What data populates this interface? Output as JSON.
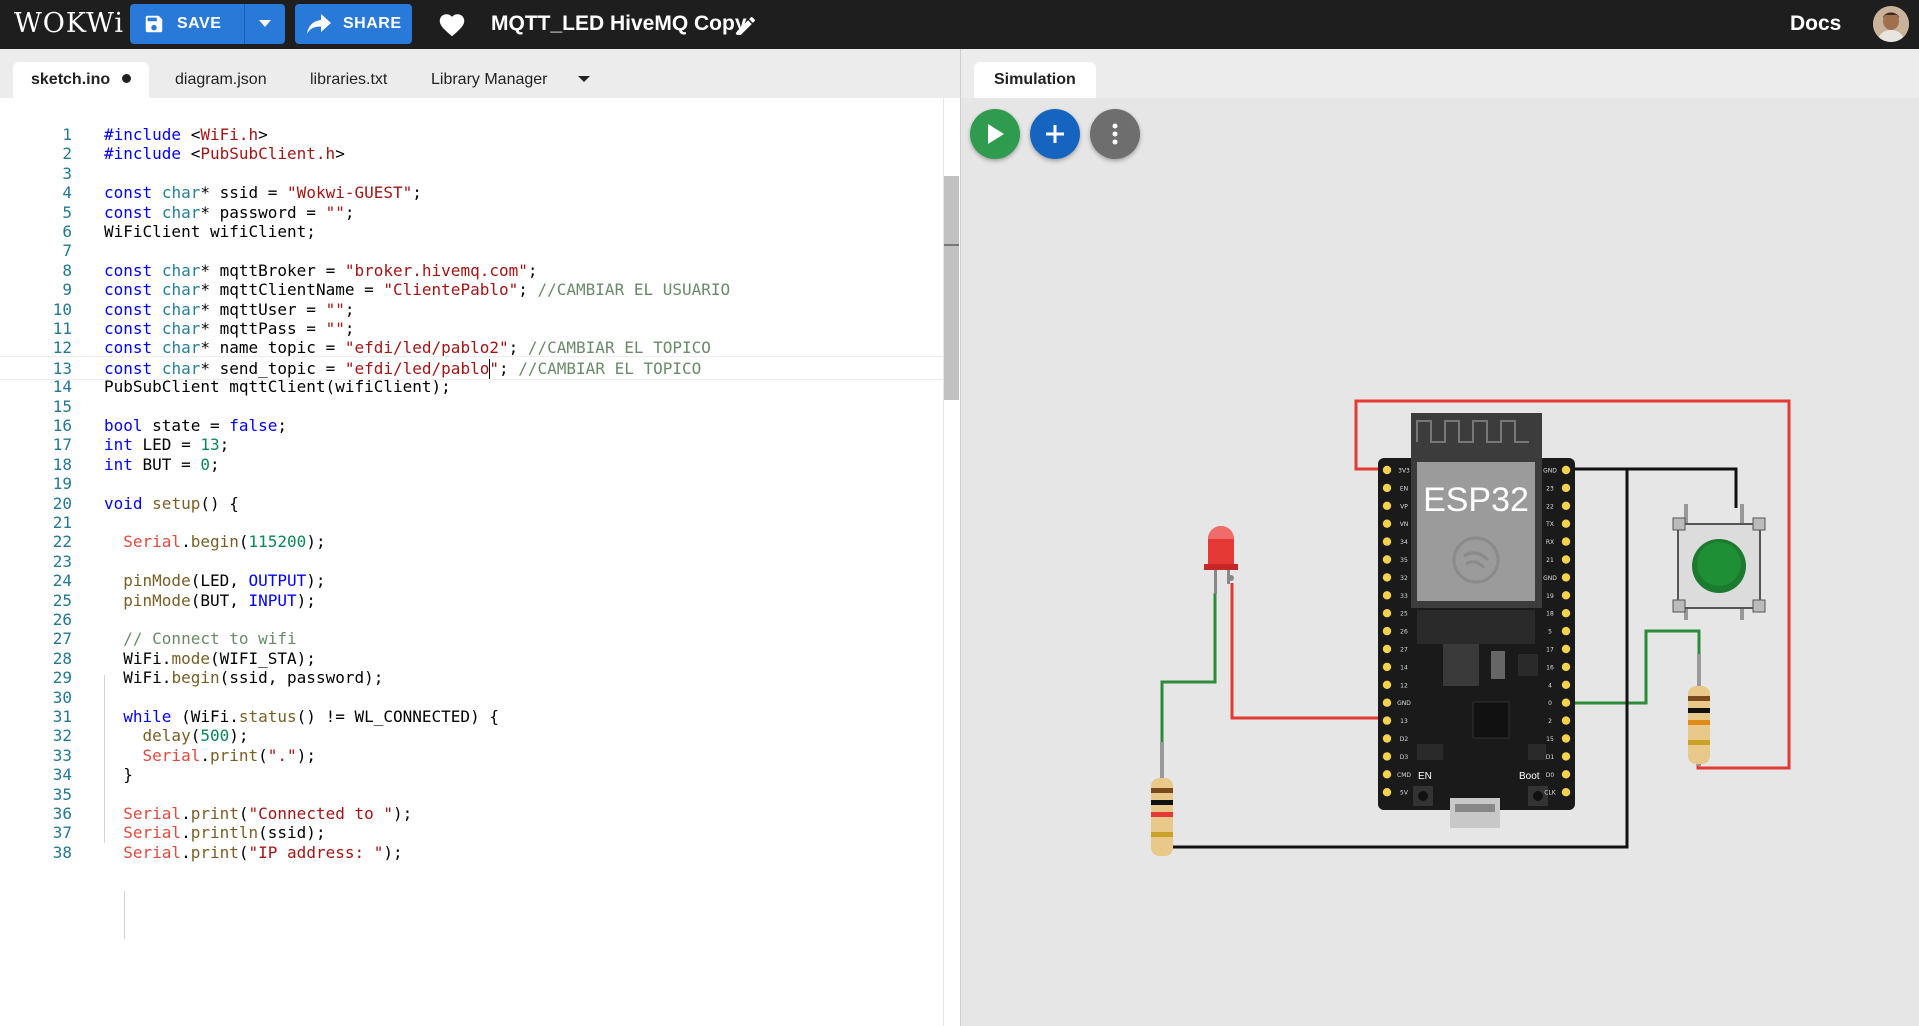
{
  "app": {
    "logo": "WOKWi",
    "save_label": "SAVE",
    "share_label": "SHARE",
    "project_title": "MQTT_LED HiveMQ Copy",
    "docs_label": "Docs"
  },
  "colors": {
    "topbar": "#1e1e1e",
    "primary_button": "#2979d8",
    "run_button": "#2e9b4e",
    "add_button": "#1565c0",
    "more_button": "#6e6e6e",
    "wire_red": "#e53935",
    "wire_green": "#2e8b3a",
    "wire_black": "#111111"
  },
  "editor": {
    "tabs": [
      {
        "label": "sketch.ino",
        "active": true,
        "unsaved": true
      },
      {
        "label": "diagram.json",
        "active": false
      },
      {
        "label": "libraries.txt",
        "active": false
      },
      {
        "label": "Library Manager",
        "active": false
      }
    ],
    "current_line": 13,
    "code_lines": [
      "#include <WiFi.h>",
      "#include <PubSubClient.h>",
      "",
      "const char* ssid = \"Wokwi-GUEST\";",
      "const char* password = \"\";",
      "WiFiClient wifiClient;",
      "",
      "const char* mqttBroker = \"broker.hivemq.com\";",
      "const char* mqttClientName = \"ClientePablo\"; //CAMBIAR EL USUARIO",
      "const char* mqttUser = \"\";",
      "const char* mqttPass = \"\";",
      "const char* name_topic = \"efdi/led/pablo2\"; //CAMBIAR EL TOPICO",
      "const char* send_topic = \"efdi/led/pablo\"; //CAMBIAR EL TOPICO",
      "PubSubClient mqttClient(wifiClient);",
      "",
      "bool state = false;",
      "int LED = 13;",
      "int BUT = 0;",
      "",
      "void setup() {",
      "",
      "  Serial.begin(115200);",
      "",
      "  pinMode(LED, OUTPUT);",
      "  pinMode(BUT, INPUT);",
      "",
      "  // Connect to wifi",
      "  WiFi.mode(WIFI_STA);",
      "  WiFi.begin(ssid, password);",
      "",
      "  while (WiFi.status() != WL_CONNECTED) {",
      "    delay(500);",
      "    Serial.print(\".\");",
      "  }",
      "",
      "  Serial.print(\"Connected to \");",
      "  Serial.println(ssid);",
      "  Serial.print(\"IP address: \");"
    ]
  },
  "simulation": {
    "tab_label": "Simulation",
    "controls": [
      {
        "name": "run",
        "icon": "play-icon"
      },
      {
        "name": "add-part",
        "icon": "plus-icon"
      },
      {
        "name": "more",
        "icon": "more-vertical-icon"
      }
    ],
    "board": {
      "label": "ESP32",
      "en_label": "EN",
      "boot_label": "Boot",
      "left_pins": [
        "3V3",
        "EN",
        "VP",
        "VN",
        "34",
        "35",
        "32",
        "33",
        "25",
        "26",
        "27",
        "14",
        "12",
        "GND",
        "13",
        "D2",
        "D3",
        "CMD",
        "5V"
      ],
      "right_pins": [
        "GND",
        "23",
        "22",
        "TX",
        "RX",
        "21",
        "GND",
        "19",
        "18",
        "5",
        "17",
        "16",
        "4",
        "0",
        "2",
        "15",
        "D1",
        "D0",
        "CLK"
      ]
    },
    "components": [
      "red-led",
      "resistor",
      "resistor",
      "green-pushbutton"
    ]
  }
}
